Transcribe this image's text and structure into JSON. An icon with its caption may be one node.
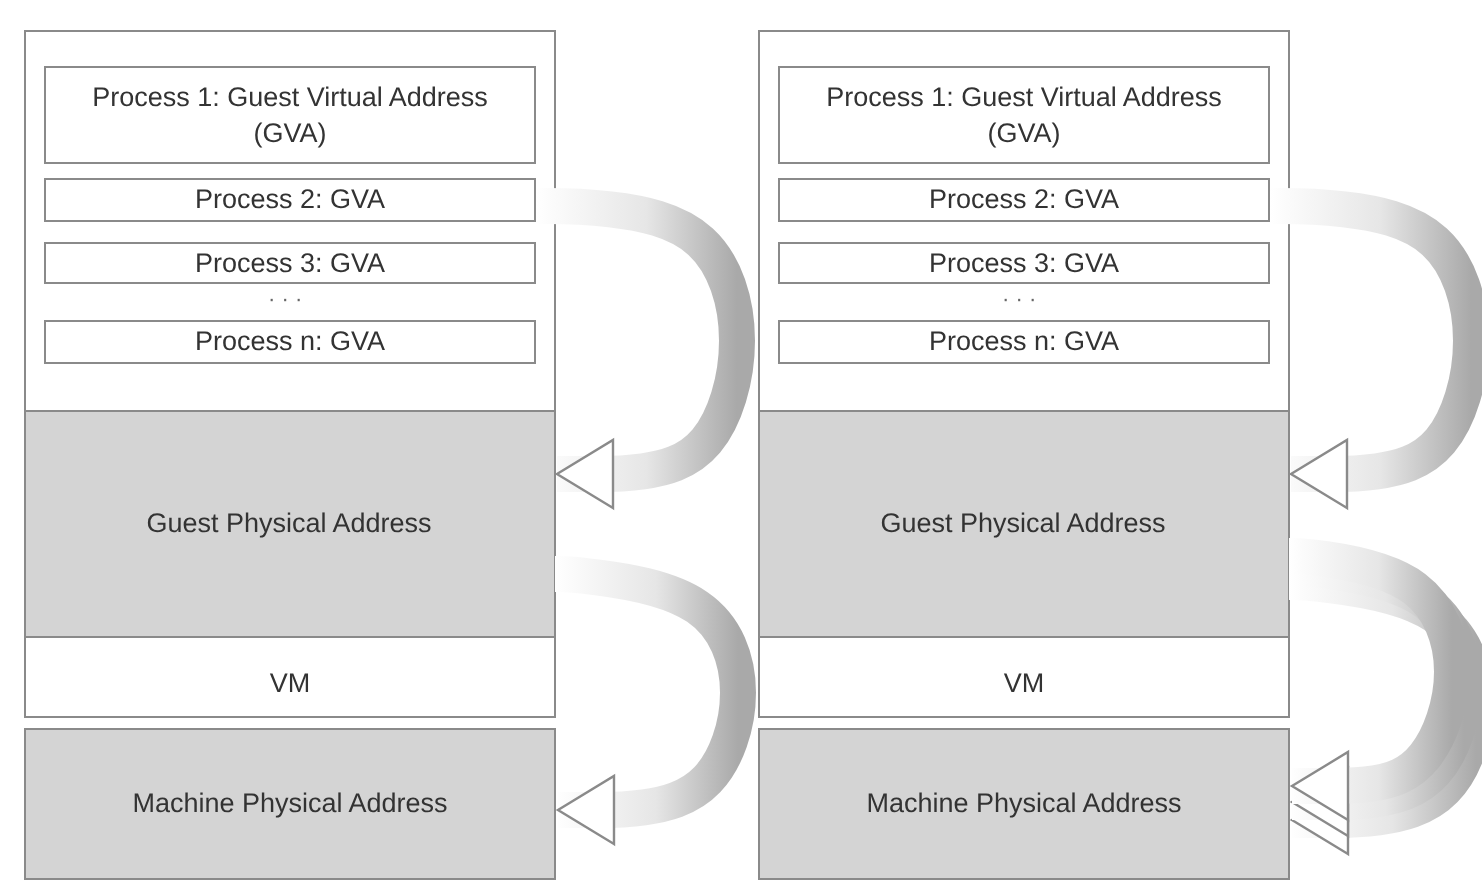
{
  "diagram": {
    "nodes": [
      {
        "text": [
          "VM"
        ]
      },
      {
        "text": [
          "Process 1: Guest Virtual Address (GVA)"
        ],
        "in": 0
      },
      {
        "text": [
          "Process 2: GVA"
        ],
        "in": 0
      },
      {
        "text": [
          "Process 3: GVA"
        ],
        "in": 0
      },
      {
        "text": [
          "Process n: GVA"
        ],
        "in": 0
      },
      {
        "text": [
          "Guest Physical Address"
        ],
        "in": 0
      },
      {
        "text": [
          "Machine Physical Address"
        ]
      },
      {
        "text": [
          "VM"
        ]
      },
      {
        "text": [
          "Process 1: Guest Virtual Address (GVA)"
        ],
        "in": 7
      },
      {
        "text": [
          "Process 2: GVA"
        ],
        "in": 7
      },
      {
        "text": [
          "Process 3: GVA"
        ],
        "in": 7
      },
      {
        "text": [
          "Process n: GVA"
        ],
        "in": 7
      },
      {
        "text": [
          "Guest Physical Address"
        ],
        "in": 7
      },
      {
        "text": [
          "Machine Physical Address"
        ]
      }
    ],
    "edges": [
      {
        "from": 2,
        "to": 5,
        "arrow": "to"
      },
      {
        "from": 5,
        "to": 6,
        "arrow": "to"
      },
      {
        "from": 9,
        "to": 12,
        "arrow": "to"
      },
      {
        "from": 12,
        "to": 13,
        "arrow": "to"
      },
      {
        "from": 12,
        "to": 13,
        "arrow": "to"
      },
      {
        "from": 12,
        "to": 13,
        "arrow": "to"
      }
    ],
    "labels": [
      "· · ·",
      "· · ·"
    ]
  }
}
